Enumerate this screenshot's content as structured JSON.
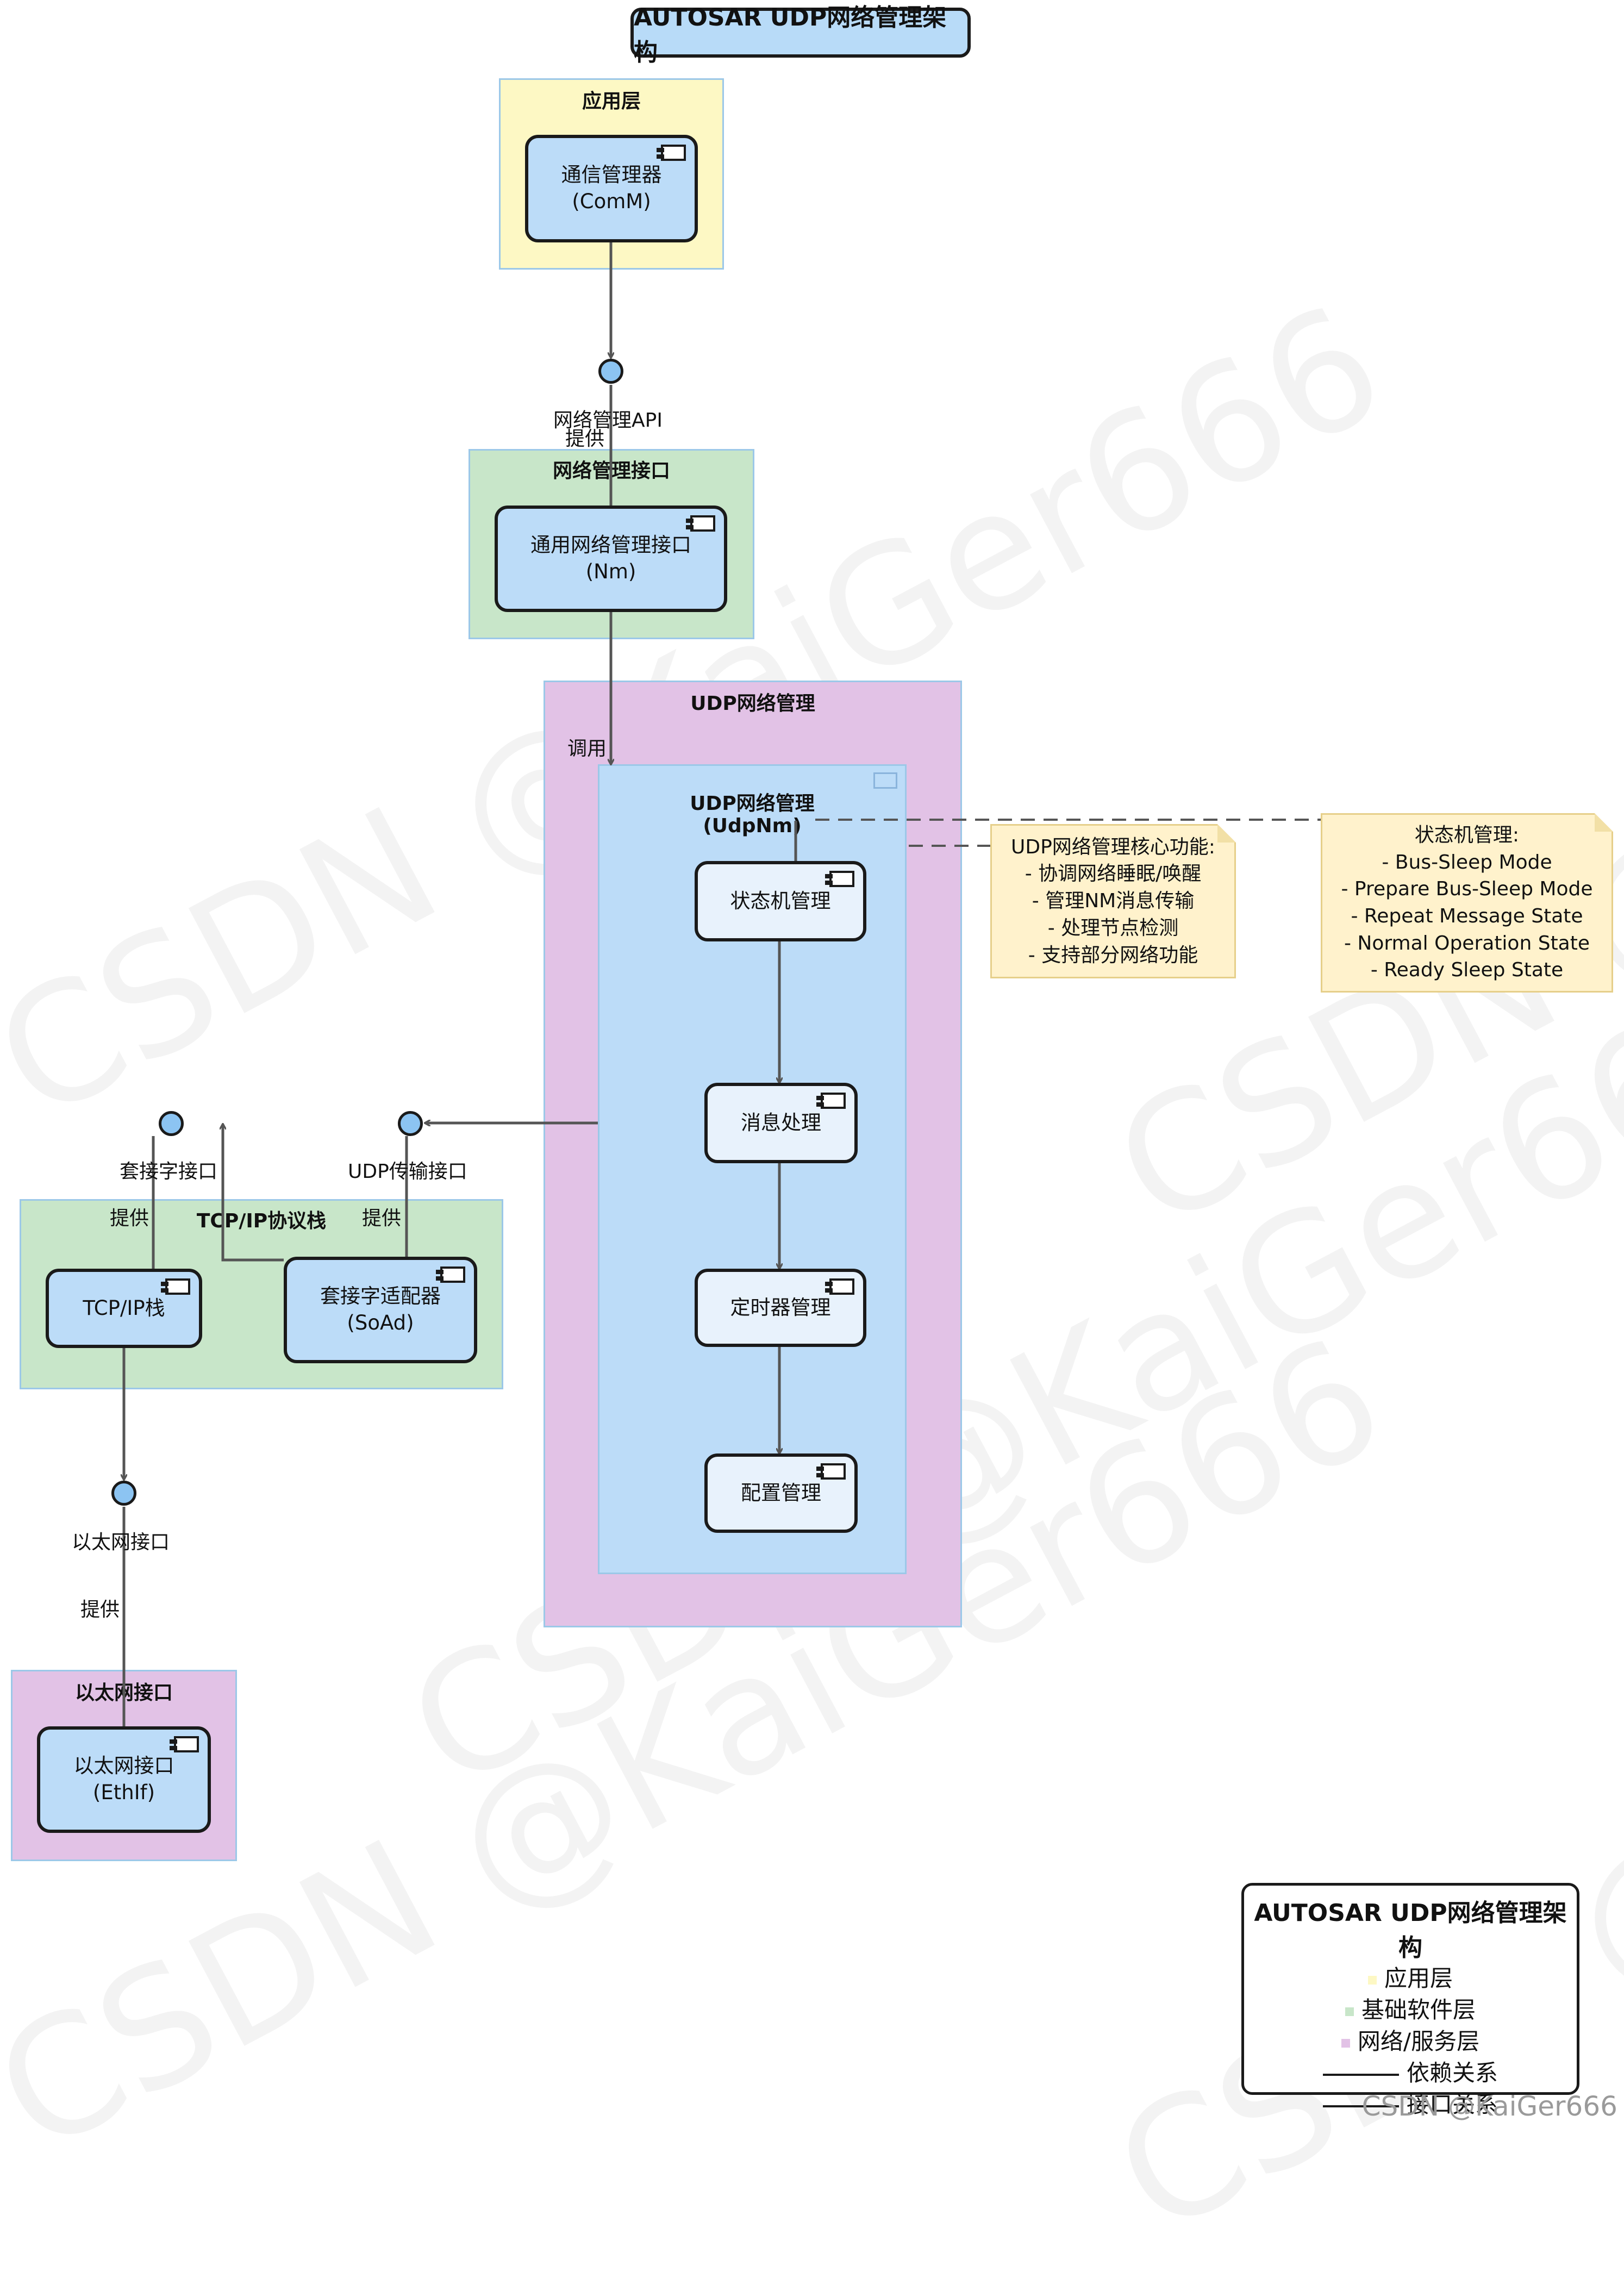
{
  "title": "AUTOSAR UDP网络管理架构",
  "watermark": "CSDN @KaiGer666",
  "packages": {
    "app": {
      "title": "应用层",
      "color": "#fdf8c4"
    },
    "nm_if": {
      "title": "网络管理接口",
      "color": "#c8e6c9"
    },
    "udp_nm": {
      "title": "UDP网络管理",
      "color": "#e2c2e6"
    },
    "udp_nm_inner": {
      "title_line1": "UDP网络管理",
      "title_line2": "(UdpNm)",
      "color": "#bcdcf8"
    },
    "tcpip": {
      "title": "TCP/IP协议栈",
      "color": "#c8e6c9"
    },
    "eth": {
      "title": "以太网接口",
      "color": "#e2c2e6"
    }
  },
  "components": {
    "comm": {
      "line1": "通信管理器",
      "line2": "(ComM)"
    },
    "nm": {
      "line1": "通用网络管理接口",
      "line2": "(Nm)"
    },
    "state_machine": {
      "label": "状态机管理"
    },
    "message": {
      "label": "消息处理"
    },
    "timer": {
      "label": "定时器管理"
    },
    "config": {
      "label": "配置管理"
    },
    "tcpip_stack": {
      "label": "TCP/IP栈"
    },
    "soad": {
      "line1": "套接字适配器",
      "line2": "(SoAd)"
    },
    "ethif": {
      "line1": "以太网接口",
      "line2": "(EthIf)"
    }
  },
  "interfaces": {
    "nm_api": "网络管理API",
    "socket": "套接字接口",
    "udp_transport": "UDP传输接口",
    "ethernet": "以太网接口"
  },
  "relations": {
    "provide": "提供",
    "call": "调用"
  },
  "notes": {
    "core": [
      "UDP网络管理核心功能:",
      "- 协调网络睡眠/唤醒",
      "- 管理NM消息传输",
      "- 处理节点检测",
      "- 支持部分网络功能"
    ],
    "states": [
      "状态机管理:",
      "- Bus-Sleep Mode",
      "- Prepare Bus-Sleep Mode",
      "- Repeat Message State",
      "- Normal Operation State",
      "- Ready Sleep State"
    ]
  },
  "legend": {
    "title": "AUTOSAR UDP网络管理架构",
    "items": [
      {
        "label": "应用层",
        "color": "#fdf8c4",
        "kind": "swatch"
      },
      {
        "label": "基础软件层",
        "color": "#c8e6c9",
        "kind": "swatch"
      },
      {
        "label": "网络/服务层",
        "color": "#e2c2e6",
        "kind": "swatch"
      },
      {
        "label": "依赖关系",
        "kind": "line"
      },
      {
        "label": "接口关系",
        "kind": "line"
      }
    ]
  },
  "footer": "CSDN @KaiGer666"
}
